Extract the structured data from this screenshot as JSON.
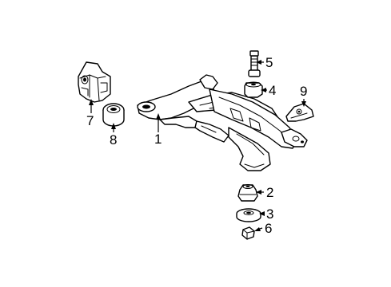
{
  "diagram": {
    "callouts": {
      "c1": "1",
      "c2": "2",
      "c3": "3",
      "c4": "4",
      "c5": "5",
      "c6": "6",
      "c7": "7",
      "c8": "8",
      "c9": "9"
    },
    "colors": {
      "line": "#000000",
      "background": "#ffffff"
    }
  }
}
